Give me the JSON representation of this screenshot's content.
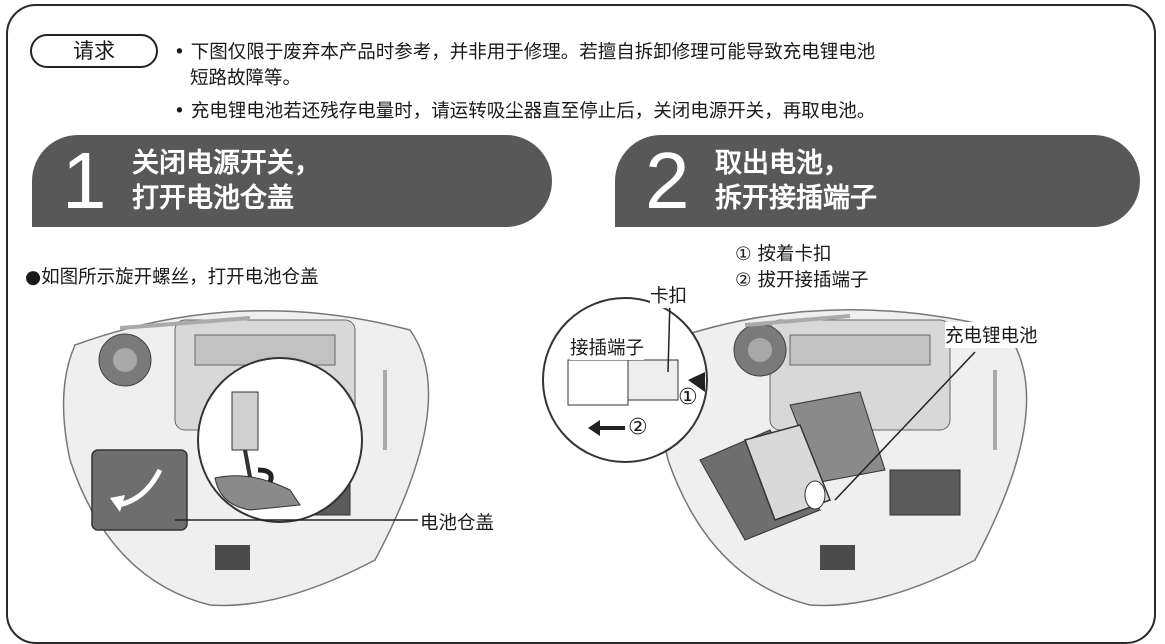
{
  "notice": {
    "label": "请求",
    "line1": "• 下图仅限于废弃本产品时参考，并非用于修理。若擅自拆卸修理可能导致充电锂电池",
    "line1_cont": "短路故障等。",
    "line2": "• 充电锂电池若还残存电量时，请运转吸尘器直至停止后，关闭电源开关，再取电池。"
  },
  "step1": {
    "number": "1",
    "title_line1": "关闭电源开关，",
    "title_line2": "打开电池仓盖",
    "instruction": "●如图所示旋开螺丝，打开电池仓盖",
    "cover_label": "电池仓盖"
  },
  "step2": {
    "number": "2",
    "title_line1": "取出电池，",
    "title_line2": "拆开接插端子",
    "sub1": "① 按着卡扣",
    "sub2": "② 拔开接插端子",
    "clip_label": "卡扣",
    "connector_label": "接插端子",
    "battery_label": "充电锂电池",
    "marker1": "①",
    "marker2": "②"
  }
}
